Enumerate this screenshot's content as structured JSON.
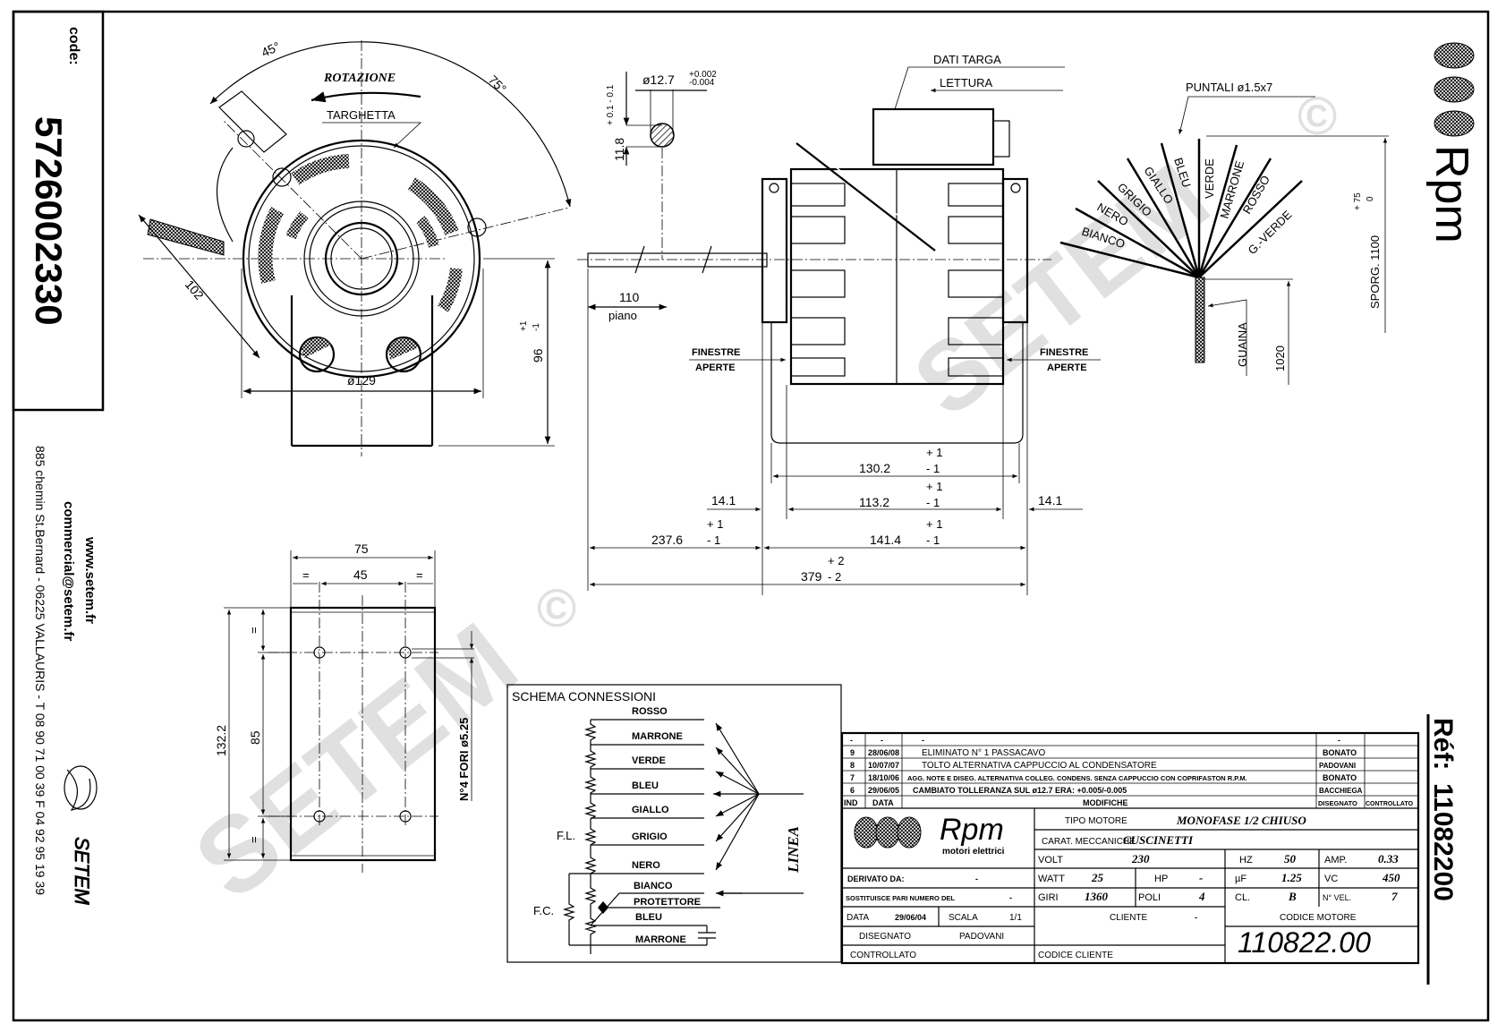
{
  "code": {
    "label": "code:",
    "value": "5726002330"
  },
  "contact": {
    "website": "www.setem.fr",
    "email": "commercial@setem.fr",
    "address": "885 chemin St.Bernard  -  06225 VALLAURIS  -  T 08 90 71 00 39   F 04 92 95 19 39",
    "brand": "SETEM"
  },
  "watermark": {
    "text": "SETEM",
    "symbol": "©"
  },
  "front_view": {
    "angle_left": "45°",
    "angle_right": "75°",
    "rotation": "ROTAZIONE",
    "plate": "TARGHETTA",
    "dim_diag": "102",
    "diameter": "ø129",
    "height": "96",
    "height_tol_plus": "+1",
    "height_tol_minus": "-1"
  },
  "shaft_section": {
    "diameter": "ø12.7",
    "tol_plus": "+0.002",
    "tol_minus": "-0.004",
    "flat": "11.8",
    "flat_tol": "+ 0.1  - 0.1",
    "flat_length": "110",
    "flat_label": "piano"
  },
  "side_view": {
    "nameplate": "DATI TARGA",
    "reading": "LETTURA",
    "windows_left": [
      "FINESTRE",
      "APERTE"
    ],
    "windows_right": [
      "FINESTRE",
      "APERTE"
    ],
    "dims": {
      "d130": "130.2",
      "d113": "113.2",
      "d14_left": "14.1",
      "d14_right": "14.1",
      "d237": "237.6",
      "d141": "141.4",
      "d379": "379",
      "tol1_plus": "+ 1",
      "tol1_minus": "- 1",
      "tol2_plus": "+ 2",
      "tol2_minus": "- 2"
    }
  },
  "wires": {
    "tips": "PUNTALI ø1.5x7",
    "labels": [
      "BIANCO",
      "NERO",
      "GRIGIO",
      "GIALLO",
      "BLEU",
      "VERDE",
      "MARRONE",
      "ROSSO",
      "G.-VERDE"
    ],
    "sheath": "GUAINA",
    "sheath_length": "1020",
    "protrusion": "SPORG. 1100",
    "protrusion_tol_plus": "+ 75",
    "protrusion_tol_minus": "0"
  },
  "bracket_view": {
    "width": "75",
    "hole_spacing": "45",
    "equal": "=",
    "height": "132.2",
    "hole_height": "85",
    "holes": "N°4 FORI ø5.25"
  },
  "schema": {
    "title": "SCHEMA CONNESSIONI",
    "wires": [
      "ROSSO",
      "MARRONE",
      "VERDE",
      "BLEU",
      "GIALLO",
      "GRIGIO",
      "NERO",
      "BIANCO"
    ],
    "protector": "PROTETTORE",
    "protector_wire": "BLEU",
    "cap_wire": "MARRONE",
    "fl": "F.L.",
    "fc": "F.C.",
    "line": "LINEA"
  },
  "revisions": {
    "rows": [
      {
        "ind": "-",
        "date": "-",
        "desc": "-",
        "drawn": "-",
        "checked": ""
      },
      {
        "ind": "9",
        "date": "28/06/08",
        "desc": "ELIMINATO N° 1 PASSACAVO",
        "drawn": "BONATO",
        "checked": ""
      },
      {
        "ind": "8",
        "date": "10/07/07",
        "desc": "TOLTO ALTERNATIVA CAPPUCCIO AL CONDENSATORE",
        "drawn": "PADOVANI",
        "checked": ""
      },
      {
        "ind": "7",
        "date": "18/10/06",
        "desc": "AGG. NOTE E DISEG. ALTERNATIVA COLLEG. CONDENS. SENZA CAPPUCCIO CON COPRIFASTON R.P.M.",
        "drawn": "BONATO",
        "checked": ""
      },
      {
        "ind": "6",
        "date": "29/06/05",
        "desc": "CAMBIATO TOLLERANZA SUL ø12.7 ERA: +0.005/-0.005",
        "drawn": "BACCHIEGA",
        "checked": ""
      }
    ],
    "header": {
      "ind": "IND",
      "date": "DATA",
      "desc": "MODIFICHE",
      "drawn": "DISEGNATO",
      "checked": "CONTROLLATO"
    }
  },
  "title_block": {
    "logo": "Rpm",
    "logo_sub": "motori elettrici",
    "motor_type_label": "TIPO MOTORE",
    "motor_type": "MONOFASE 1/2 CHIUSO",
    "mech_label": "CARAT. MECCANICHE",
    "mech": "CUSCINETTI",
    "volt_label": "VOLT",
    "volt": "230",
    "hz_label": "HZ",
    "hz": "50",
    "amp_label": "AMP.",
    "amp": "0.33",
    "watt_label": "WATT",
    "watt": "25",
    "hp_label": "HP",
    "hp": "-",
    "uf_label": "µF",
    "uf": "1.25",
    "vc_label": "VC",
    "vc": "450",
    "rpm_label": "GIRI",
    "rpm": "1360",
    "poles_label": "POLI",
    "poles": "4",
    "class_label": "CL.",
    "class": "B",
    "speeds_label": "N° VEL.",
    "speeds": "7",
    "derived_label": "DERIVATO DA:",
    "derived": "-",
    "replaces_label": "SOSTITUISCE PARI NUMERO DEL",
    "replaces": "-",
    "date_label": "DATA",
    "date": "29/06/04",
    "scale_label": "SCALA",
    "scale": "1/1",
    "drawn_label": "DISEGNATO",
    "drawn": "PADOVANI",
    "checked_label": "CONTROLLATO",
    "client_label": "CLIENTE",
    "client": "-",
    "client_code_label": "CODICE CLIENTE",
    "motor_code_label": "CODICE MOTORE",
    "motor_code": "110822.00"
  },
  "reference": {
    "label": "Réf:",
    "value": "11082200",
    "logo": "Rpm"
  }
}
